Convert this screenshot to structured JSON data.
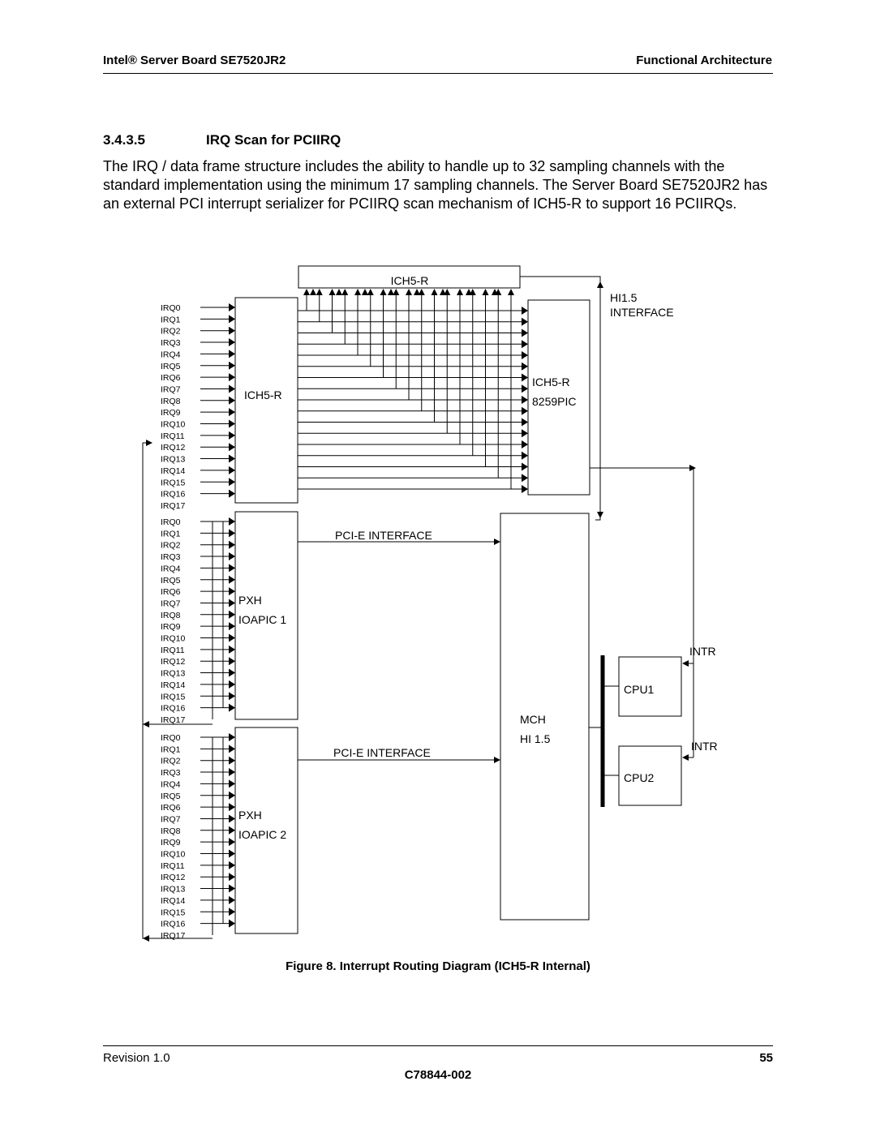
{
  "header": {
    "left": "Intel® Server Board SE7520JR2",
    "right": "Functional Architecture"
  },
  "section": {
    "number": "3.4.3.5",
    "title": "IRQ Scan for PCIIRQ",
    "paragraph": "The IRQ / data frame structure includes the ability to handle up to 32 sampling channels with the standard implementation using the minimum 17 sampling channels. The Server Board SE7520JR2 has an external PCI interrupt serializer for PCIIRQ scan mechanism of ICH5-R to support 16 PCIIRQs."
  },
  "diagram": {
    "irq_labels": [
      "IRQ0",
      "IRQ1",
      "IRQ2",
      "IRQ3",
      "IRQ4",
      "IRQ5",
      "IRQ6",
      "IRQ7",
      "IRQ8",
      "IRQ9",
      "IRQ10",
      "IRQ11",
      "IRQ12",
      "IRQ13",
      "IRQ14",
      "IRQ15",
      "IRQ16",
      "IRQ17"
    ],
    "ich5r_top": "ICH5-R",
    "ich5r_left": "ICH5-R",
    "ich5r_pic_line1": "ICH5-R",
    "ich5r_pic_line2": "8259PIC",
    "hi_interface_line1": "HI1.5",
    "hi_interface_line2": "INTERFACE",
    "pcie_interface_1": "PCI-E INTERFACE",
    "pcie_interface_2": "PCI-E INTERFACE",
    "pxh1_line1": "PXH",
    "pxh1_line2": "IOAPIC 1",
    "pxh2_line1": "PXH",
    "pxh2_line2": "IOAPIC 2",
    "mch_line1": "MCH",
    "mch_line2": "HI 1.5",
    "cpu1": "CPU1",
    "cpu2": "CPU2",
    "intr1": "INTR",
    "intr2": "INTR"
  },
  "caption": "Figure 8. Interrupt Routing Diagram (ICH5-R Internal)",
  "footer": {
    "revision": "Revision 1.0",
    "page": "55",
    "doc_id": "C78844-002"
  }
}
